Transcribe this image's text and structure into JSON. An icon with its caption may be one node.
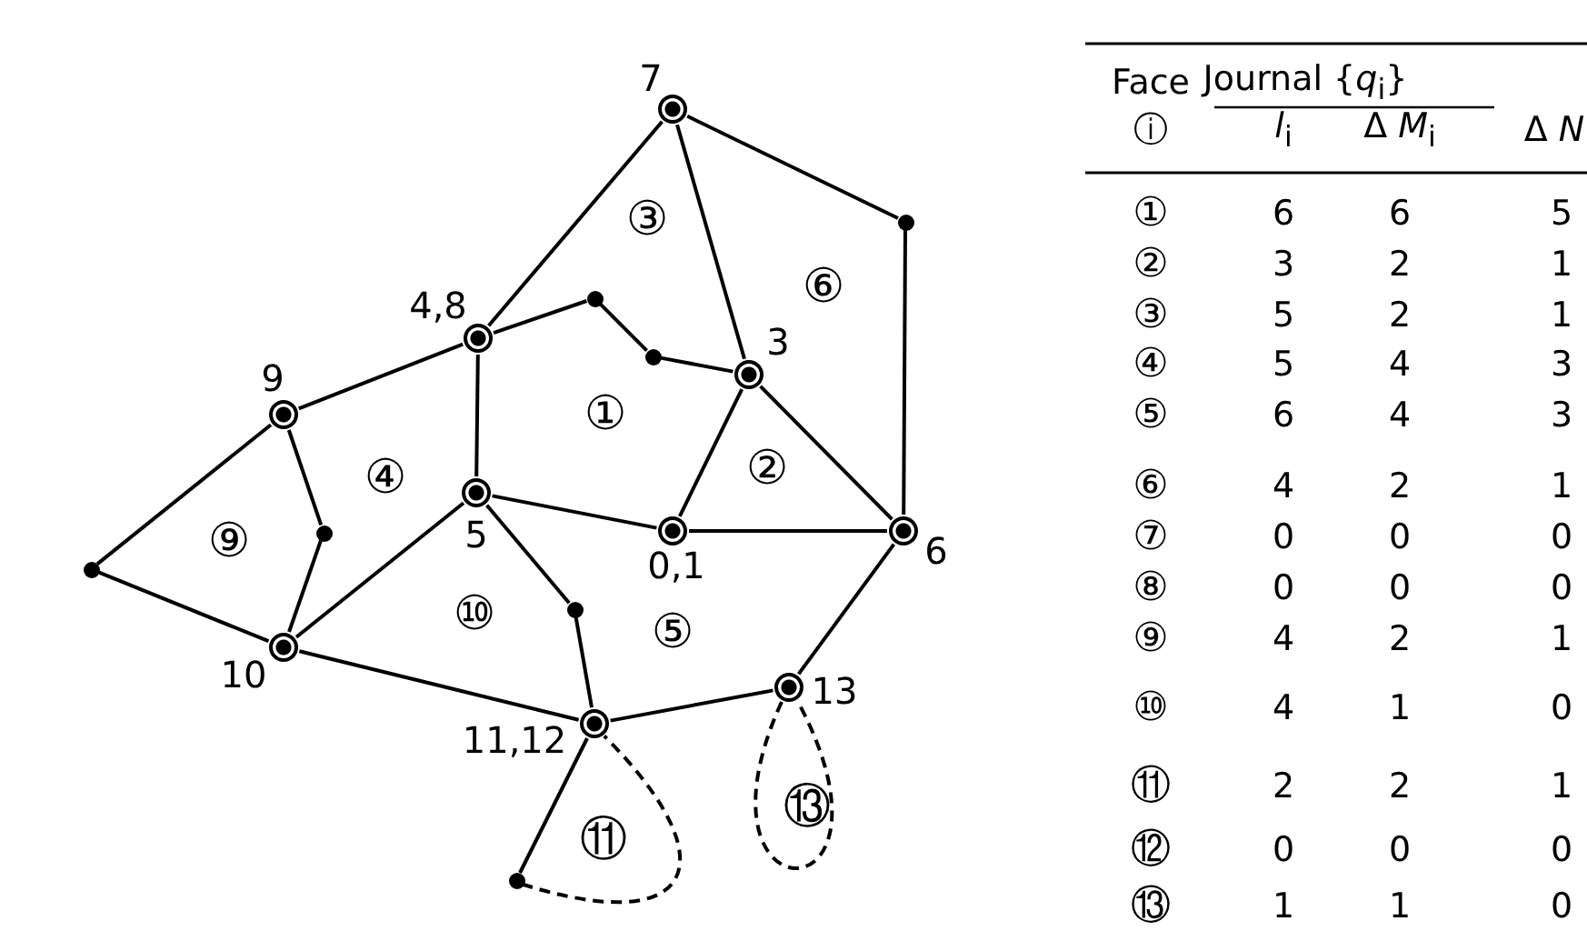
{
  "diagram": {
    "nodes": [
      {
        "text": [],
        "shape": "circle",
        "beside": [
          "7"
        ]
      },
      {
        "text": [],
        "shape": "circle"
      },
      {
        "text": [],
        "shape": "circle"
      },
      {
        "text": [],
        "shape": "circle",
        "beside": [
          "4,8"
        ]
      },
      {
        "text": [],
        "shape": "circle"
      },
      {
        "text": [],
        "shape": "circle",
        "beside": [
          "3"
        ]
      },
      {
        "text": [],
        "shape": "circle",
        "beside": [
          "9"
        ]
      },
      {
        "text": [],
        "shape": "circle",
        "beside": [
          "5"
        ]
      },
      {
        "text": [],
        "shape": "circle"
      },
      {
        "text": [],
        "shape": "circle",
        "beside": [
          "0,1"
        ]
      },
      {
        "text": [],
        "shape": "circle",
        "beside": [
          "6"
        ]
      },
      {
        "text": [],
        "shape": "circle"
      },
      {
        "text": [],
        "shape": "circle"
      },
      {
        "text": [],
        "shape": "circle",
        "beside": [
          "10"
        ]
      },
      {
        "text": [],
        "shape": "circle",
        "beside": [
          "13"
        ]
      },
      {
        "text": [],
        "shape": "circle",
        "beside": [
          "11,12"
        ]
      },
      {
        "text": [],
        "shape": "circle"
      }
    ],
    "edges": [
      {
        "from": 0,
        "to": 3,
        "arrow": "none"
      },
      {
        "from": 0,
        "to": 5,
        "arrow": "none"
      },
      {
        "from": 0,
        "to": 1,
        "arrow": "none"
      },
      {
        "from": 1,
        "to": 10,
        "arrow": "none"
      },
      {
        "from": 3,
        "to": 2,
        "arrow": "none"
      },
      {
        "from": 2,
        "to": 4,
        "arrow": "none"
      },
      {
        "from": 4,
        "to": 5,
        "arrow": "none"
      },
      {
        "from": 3,
        "to": 6,
        "arrow": "none"
      },
      {
        "from": 3,
        "to": 7,
        "arrow": "none"
      },
      {
        "from": 6,
        "to": 11,
        "arrow": "none"
      },
      {
        "from": 6,
        "to": 8,
        "arrow": "none"
      },
      {
        "from": 8,
        "to": 13,
        "arrow": "none"
      },
      {
        "from": 11,
        "to": 13,
        "arrow": "none"
      },
      {
        "from": 7,
        "to": 13,
        "arrow": "none"
      },
      {
        "from": 7,
        "to": 9,
        "arrow": "none"
      },
      {
        "from": 7,
        "to": 12,
        "arrow": "none"
      },
      {
        "from": 12,
        "to": 15,
        "arrow": "none"
      },
      {
        "from": 9,
        "to": 5,
        "arrow": "none"
      },
      {
        "from": 9,
        "to": 10,
        "arrow": "none"
      },
      {
        "from": 5,
        "to": 10,
        "arrow": "none"
      },
      {
        "from": 10,
        "to": 14,
        "arrow": "none"
      },
      {
        "from": 14,
        "to": 15,
        "arrow": "none"
      },
      {
        "from": 13,
        "to": 15,
        "arrow": "none"
      },
      {
        "from": 15,
        "to": 16,
        "arrow": "none"
      },
      {
        "from": 16,
        "to": 15,
        "arrow": "none",
        "style": "dashed"
      },
      {
        "from": 14,
        "to": 14,
        "arrow": "none",
        "style": "dashed"
      }
    ],
    "labels": [
      "③",
      "⑥",
      "①",
      "④",
      "②",
      "⑨",
      "⑩",
      "⑤",
      "⑪",
      "⑬",
      "Face",
      "Journal {*q*$_{i}$}",
      "ⓘ",
      "*l*$_{i}$",
      "Δ *M*$_{i}$",
      "Δ *N*",
      "①",
      "6",
      "6",
      "5",
      "②",
      "3",
      "2",
      "1",
      "③",
      "5",
      "2",
      "1",
      "④",
      "5",
      "4",
      "3",
      "⑤",
      "6",
      "4",
      "3",
      "⑥",
      "4",
      "2",
      "1",
      "⑦",
      "0",
      "0",
      "0",
      "⑧",
      "0",
      "0",
      "0",
      "⑨",
      "4",
      "2",
      "1",
      "⑩",
      "4",
      "1",
      "0",
      "⑪",
      "2",
      "2",
      "1",
      "⑫",
      "0",
      "0",
      "0",
      "⑬",
      "1",
      "1",
      "0"
    ]
  }
}
